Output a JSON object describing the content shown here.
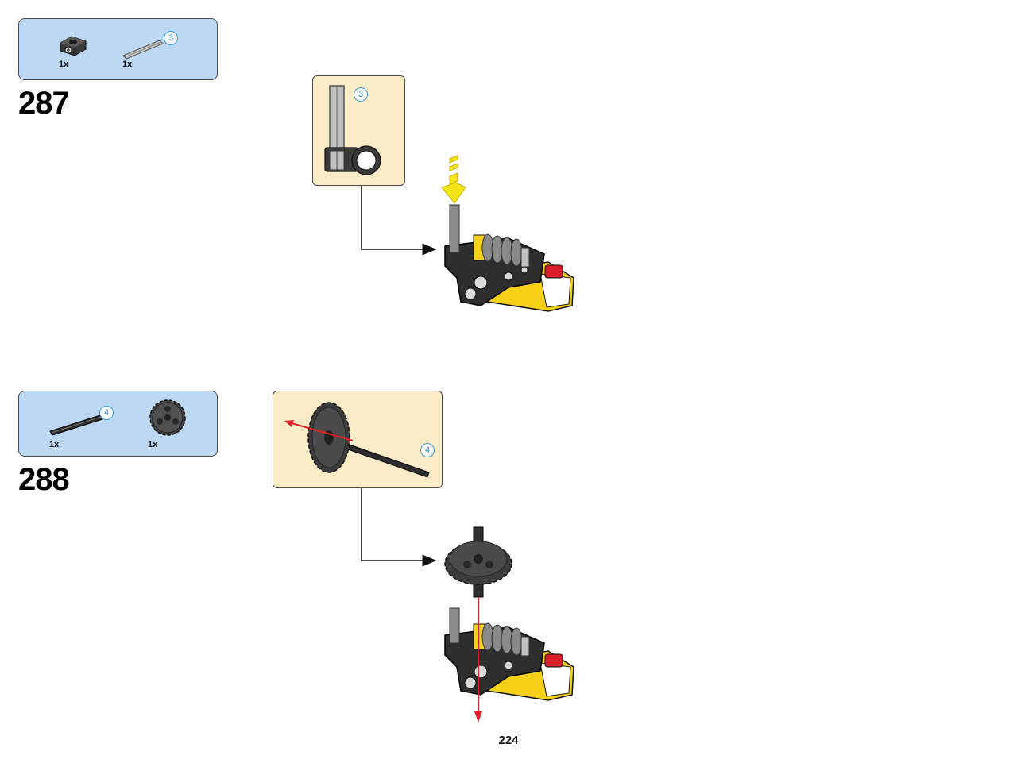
{
  "page": {
    "number": "224"
  },
  "steps": [
    {
      "number": "287",
      "parts": [
        {
          "icon": "cross-block-icon",
          "qty": "1x"
        },
        {
          "icon": "axle-gray-icon",
          "qty": "1x",
          "length": "3"
        }
      ],
      "callout": {
        "icon": "axle-in-cross-block-icon",
        "length": "3"
      }
    },
    {
      "number": "288",
      "parts": [
        {
          "icon": "axle-black-icon",
          "qty": "1x",
          "length": "4"
        },
        {
          "icon": "gear-24-tooth-icon",
          "qty": "1x"
        }
      ],
      "callout": {
        "icon": "gear-on-axle-icon",
        "length": "4"
      }
    }
  ],
  "colors": {
    "parts_list_bg": "#bcd8f2",
    "callout_bg": "#fbebc6",
    "insert_arrow": "#f5e31a",
    "direction_arrow": "#e0202a",
    "model_yellow": "#f7d117",
    "model_red": "#d9202a"
  }
}
